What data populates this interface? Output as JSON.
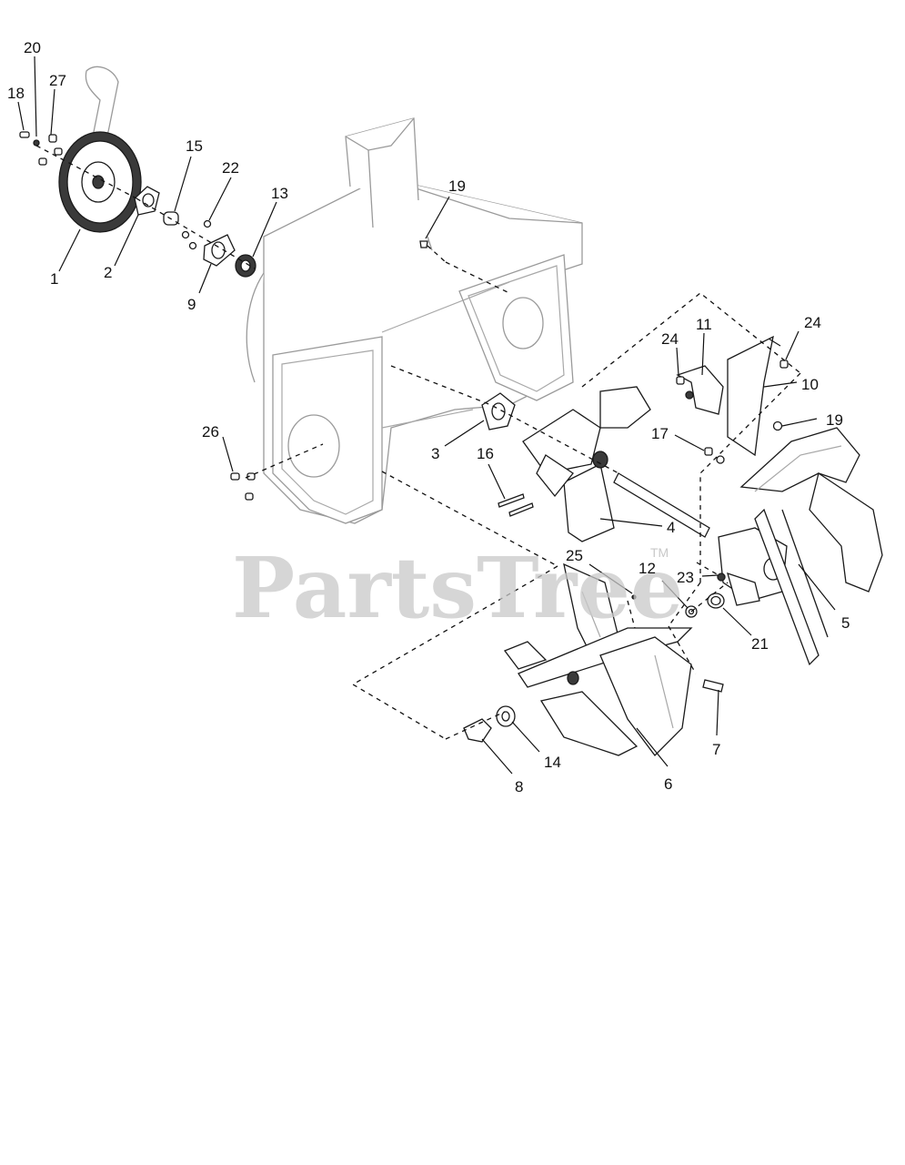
{
  "watermark": {
    "text": "PartsTree",
    "trademark": "TM"
  },
  "callouts": [
    {
      "id": "c20",
      "label": "20"
    },
    {
      "id": "c27",
      "label": "27"
    },
    {
      "id": "c18",
      "label": "18"
    },
    {
      "id": "c15",
      "label": "15"
    },
    {
      "id": "c22",
      "label": "22"
    },
    {
      "id": "c13",
      "label": "13"
    },
    {
      "id": "c19a",
      "label": "19"
    },
    {
      "id": "c1",
      "label": "1"
    },
    {
      "id": "c2",
      "label": "2"
    },
    {
      "id": "c9",
      "label": "9"
    },
    {
      "id": "c24a",
      "label": "24"
    },
    {
      "id": "c11",
      "label": "11"
    },
    {
      "id": "c24b",
      "label": "24"
    },
    {
      "id": "c10",
      "label": "10"
    },
    {
      "id": "c17",
      "label": "17"
    },
    {
      "id": "c19b",
      "label": "19"
    },
    {
      "id": "c26",
      "label": "26"
    },
    {
      "id": "c3",
      "label": "3"
    },
    {
      "id": "c16",
      "label": "16"
    },
    {
      "id": "c4",
      "label": "4"
    },
    {
      "id": "c25",
      "label": "25"
    },
    {
      "id": "c12",
      "label": "12"
    },
    {
      "id": "c23",
      "label": "23"
    },
    {
      "id": "c21",
      "label": "21"
    },
    {
      "id": "c5",
      "label": "5"
    },
    {
      "id": "c7",
      "label": "7"
    },
    {
      "id": "c14",
      "label": "14"
    },
    {
      "id": "c6",
      "label": "6"
    },
    {
      "id": "c8",
      "label": "8"
    }
  ]
}
